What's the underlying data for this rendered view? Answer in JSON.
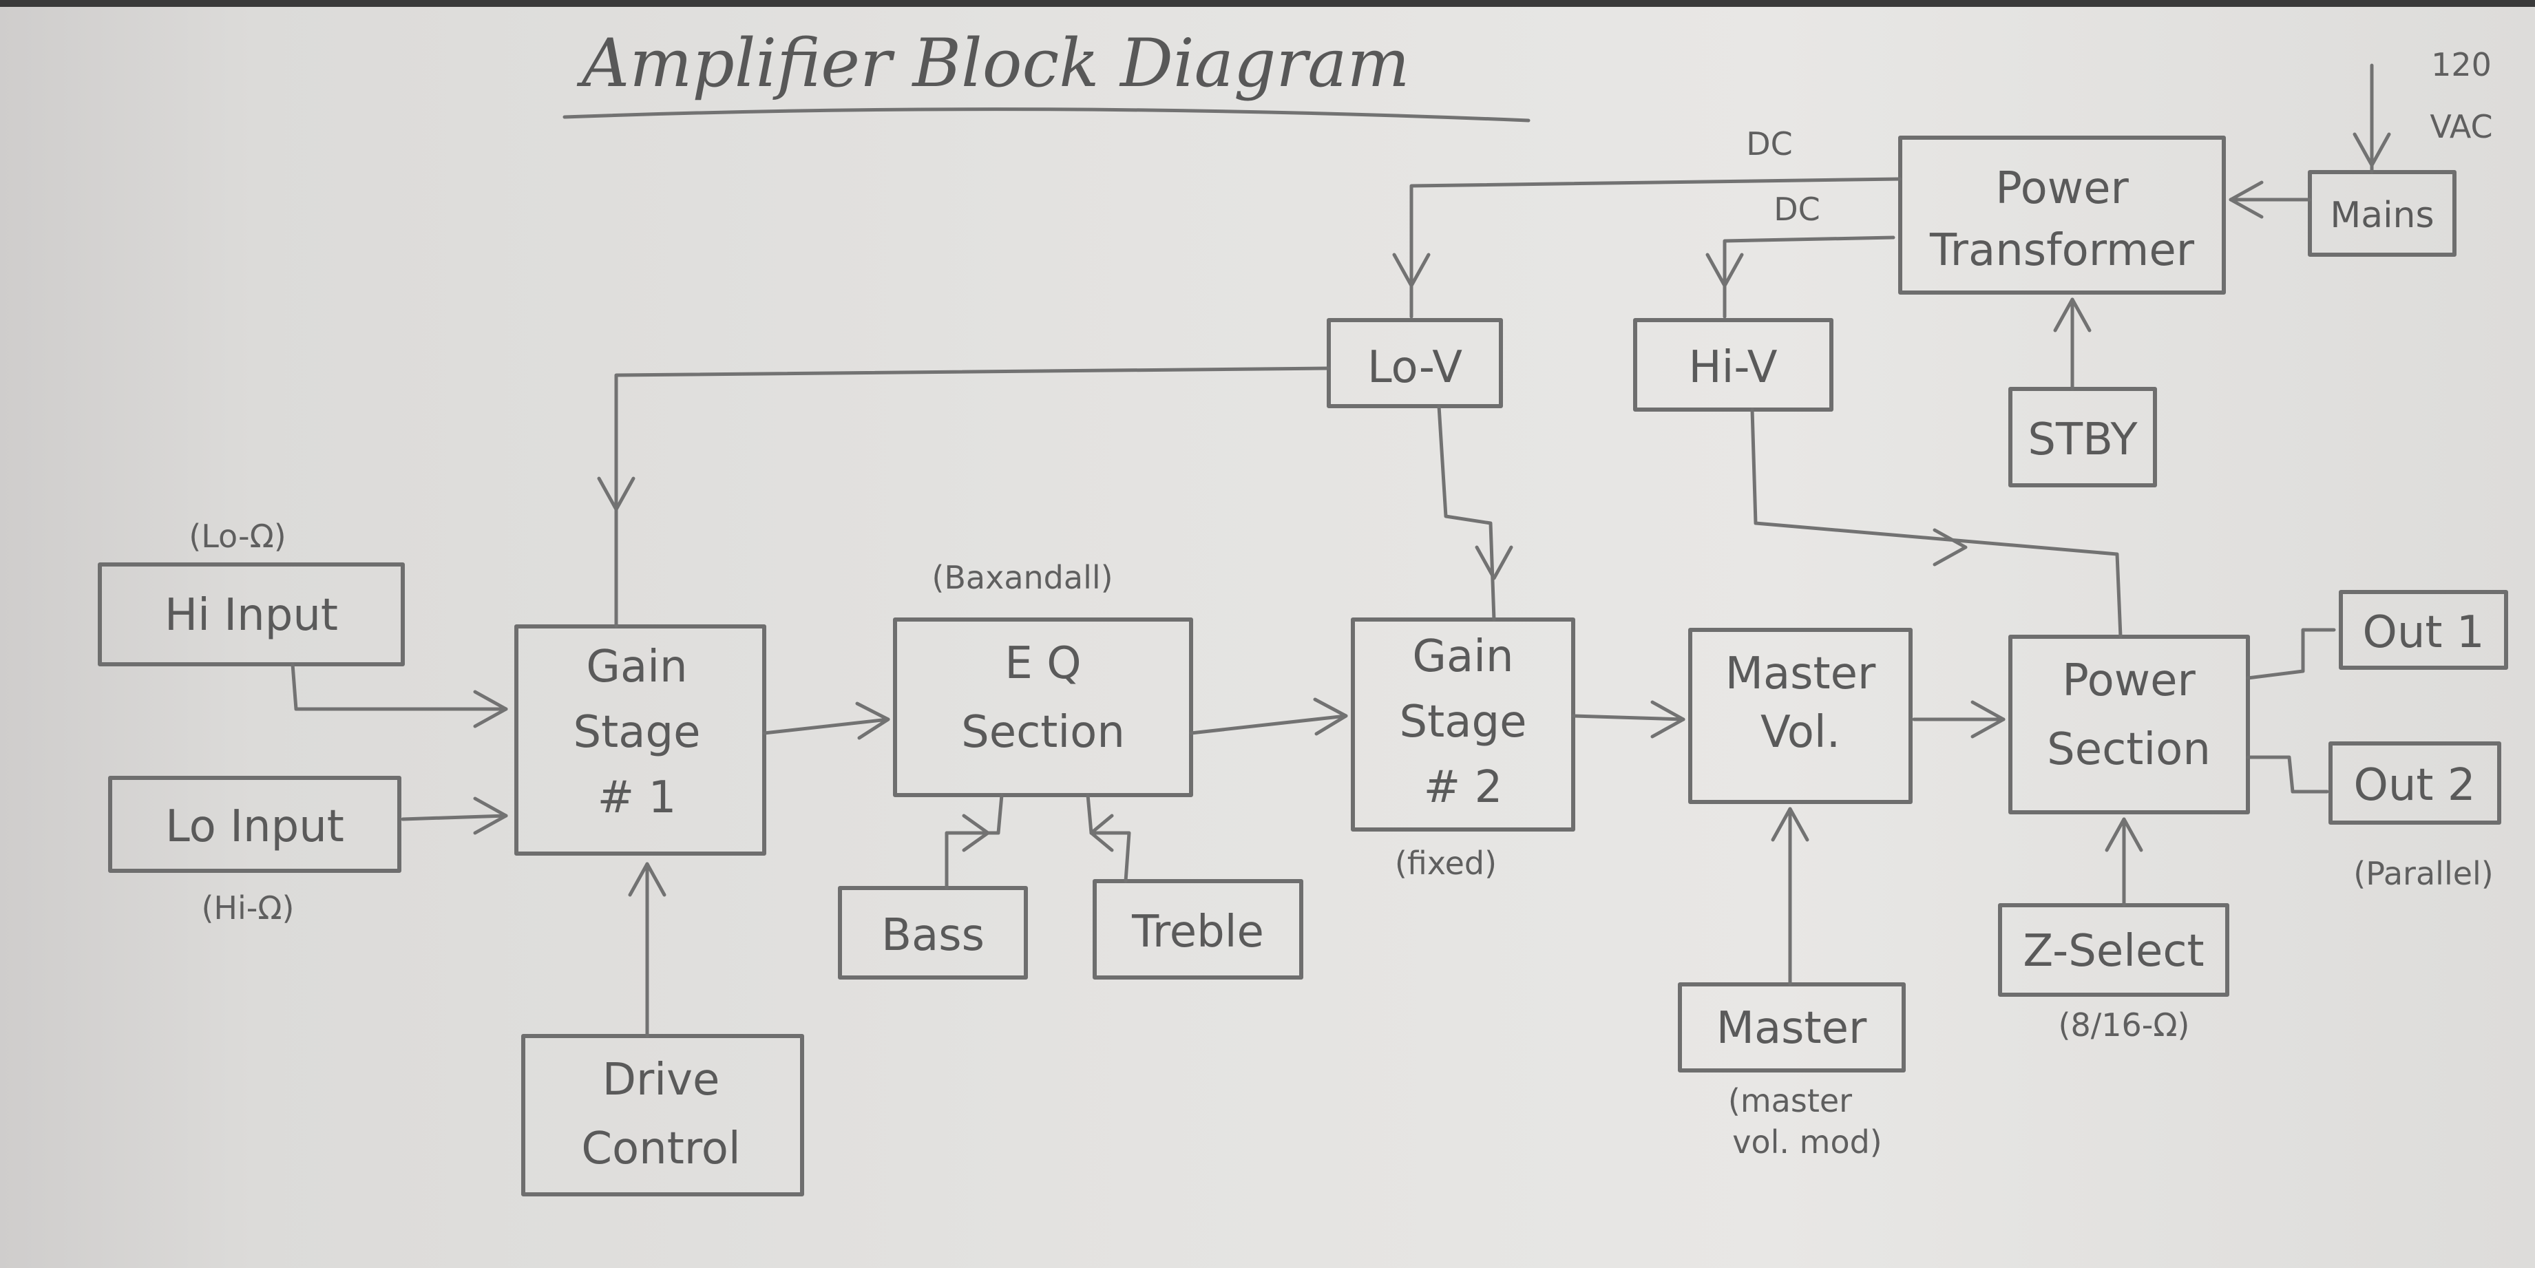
{
  "title": "Amplifier Block Diagram",
  "blocks": {
    "hi_input": "Hi Input",
    "lo_input": "Lo Input",
    "gain_stage_1": [
      "Gain",
      "Stage",
      "# 1"
    ],
    "drive_control": [
      "Drive",
      "Control"
    ],
    "eq_section": [
      "E Q",
      "Section"
    ],
    "bass": "Bass",
    "treble": "Treble",
    "gain_stage_2": [
      "Gain",
      "Stage",
      "# 2"
    ],
    "master_vol": [
      "Master",
      "Vol."
    ],
    "master": "Master",
    "power_section": [
      "Power",
      "Section"
    ],
    "out_1": "Out 1",
    "out_2": "Out 2",
    "z_select": "Z-Select",
    "lo_v": "Lo-V",
    "hi_v": "Hi-V",
    "power_transformer": [
      "Power",
      "Transformer"
    ],
    "mains": "Mains",
    "stby": "STBY"
  },
  "annotations": {
    "hi_input_impedance": "(Lo-Ω)",
    "lo_input_impedance": "(Hi-Ω)",
    "eq_type": "(Baxandall)",
    "gain_2_type": "(fixed)",
    "master_note": [
      "(master",
      "vol. mod)"
    ],
    "z_select_values": "(8/16-Ω)",
    "outputs_note": "(Parallel)",
    "dc_1": "DC",
    "dc_2": "DC",
    "mains_voltage": [
      "120",
      "VAC"
    ]
  }
}
